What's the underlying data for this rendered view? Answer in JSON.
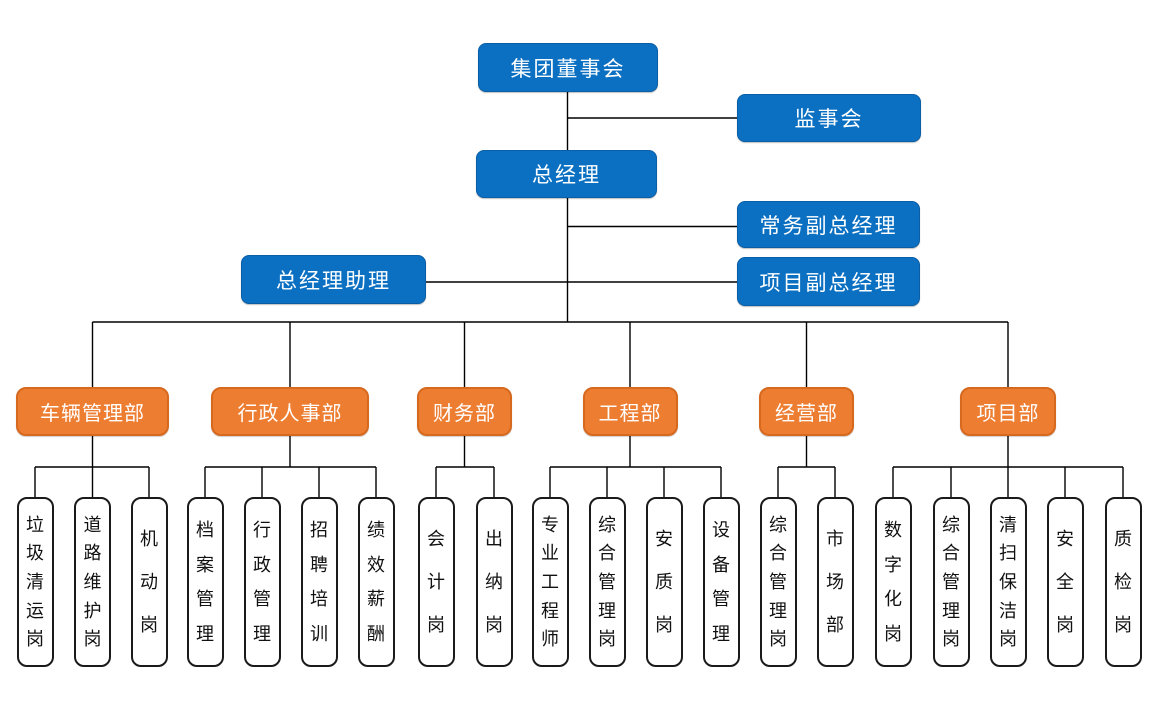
{
  "diagram": {
    "type": "org-chart",
    "colors": {
      "executive_fill": "#0b70c2",
      "executive_border": "#0a5ea6",
      "department_fill": "#ED7D31",
      "department_border": "#D6691E",
      "position_fill": "#ffffff",
      "position_border": "#1a1a1a",
      "connector_line": "#000000",
      "text_on_fill": "#ffffff",
      "position_text": "#111111"
    },
    "executives": [
      {
        "id": "group-board",
        "label": "集团董事会"
      },
      {
        "id": "supervisory-board",
        "label": "监事会"
      },
      {
        "id": "general-manager",
        "label": "总经理"
      },
      {
        "id": "executive-deputy-gm",
        "label": "常务副总经理"
      },
      {
        "id": "gm-assistant",
        "label": "总经理助理"
      },
      {
        "id": "project-deputy-gm",
        "label": "项目副总经理"
      }
    ],
    "departments": [
      {
        "id": "vehicle-management",
        "label": "车辆管理部",
        "children": [
          "垃圾清运岗",
          "道路维护岗",
          "机动岗"
        ]
      },
      {
        "id": "admin-hr",
        "label": "行政人事部",
        "children": [
          "档案管理",
          "行政管理",
          "招聘培训",
          "绩效薪酬"
        ]
      },
      {
        "id": "finance",
        "label": "财务部",
        "children": [
          "会计岗",
          "出纳岗"
        ]
      },
      {
        "id": "engineering",
        "label": "工程部",
        "children": [
          "专业工程师",
          "综合管理岗",
          "安质岗",
          "设备管理"
        ]
      },
      {
        "id": "operations",
        "label": "经营部",
        "children": [
          "综合管理岗",
          "市场部"
        ]
      },
      {
        "id": "project",
        "label": "项目部",
        "children": [
          "数字化岗",
          "综合管理岗",
          "清扫保洁岗",
          "安全岗",
          "质检岗"
        ]
      }
    ]
  }
}
